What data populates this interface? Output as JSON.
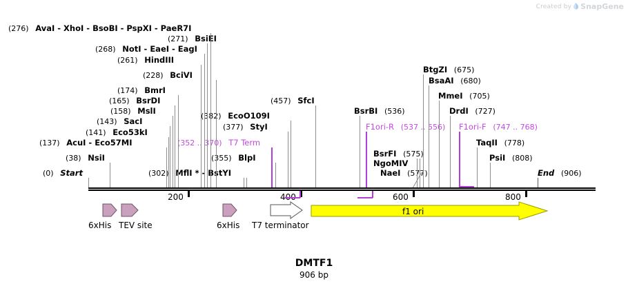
{
  "watermark": {
    "prefix": "Created by",
    "brand": "SnapGene"
  },
  "title": "DMTF1",
  "subtitle": "906 bp",
  "sequence": {
    "length": 906,
    "start_label": "Start",
    "end_label": "End",
    "start_pos": "(0)",
    "end_pos": "(906)"
  },
  "ruler": {
    "ticks": [
      "200",
      "400",
      "600",
      "800"
    ],
    "tick_values": [
      200,
      400,
      600,
      800
    ]
  },
  "enzyme_rows": [
    {
      "id": "row-avai",
      "pos": "(276)",
      "names": "AvaI  -  XhoI  -  BsoBI  -  PspXI  -  PaeR7I",
      "site": 276
    },
    {
      "id": "row-bsiei",
      "pos": "(271)",
      "names": "BsiEI",
      "site": 271
    },
    {
      "id": "row-noti",
      "pos": "(268)",
      "names": "NotI  -  EaeI  -  EagI",
      "site": 268
    },
    {
      "id": "row-hindiii",
      "pos": "(261)",
      "names": "HindIII",
      "site": 261
    },
    {
      "id": "row-bcivi",
      "pos": "(228)",
      "names": "BciVI",
      "site": 228
    },
    {
      "id": "row-bmri",
      "pos": "(174)",
      "names": "BmrI",
      "site": 174
    },
    {
      "id": "row-bsrdi",
      "pos": "(165)",
      "names": "BsrDI",
      "site": 165
    },
    {
      "id": "row-msli",
      "pos": "(158)",
      "names": "MslI",
      "site": 158
    },
    {
      "id": "row-saci",
      "pos": "(143)",
      "names": "SacI",
      "site": 143
    },
    {
      "id": "row-eco53ki",
      "pos": "(141)",
      "names": "Eco53kI",
      "site": 141
    },
    {
      "id": "row-acui",
      "pos": "(137)",
      "names": "AcuI  -  Eco57MI",
      "site": 137
    },
    {
      "id": "row-nsii",
      "pos": "(38)",
      "names": "NsiI",
      "site": 38
    },
    {
      "id": "row-mfli",
      "pos": "(302)",
      "names": "MflI *  -  BstYI",
      "site": 302
    },
    {
      "id": "row-ecoo109i",
      "pos": "(382)",
      "names": "EcoO109I",
      "site": 382
    },
    {
      "id": "row-styi",
      "pos": "(377)",
      "names": "StyI",
      "site": 377
    },
    {
      "id": "row-blpi",
      "pos": "(355)",
      "names": "BlpI",
      "site": 355
    },
    {
      "id": "row-sfci",
      "pos": "(457)",
      "names": "SfcI",
      "site": 457
    },
    {
      "id": "row-bsrbi",
      "pos": "(536)",
      "names": "BsrBI",
      "site": 536
    },
    {
      "id": "row-bsrfi",
      "pos": "(575)",
      "names": "BsrFI",
      "site": 575
    },
    {
      "id": "row-ngomiv",
      "pos": "",
      "names": "NgoMIV",
      "site": 575
    },
    {
      "id": "row-naei",
      "pos": "(577)",
      "names": "NaeI",
      "site": 577
    },
    {
      "id": "row-btgzi",
      "pos": "(675)",
      "names": "BtgZI",
      "site": 675
    },
    {
      "id": "row-bsaai",
      "pos": "(680)",
      "names": "BsaAI",
      "site": 680
    },
    {
      "id": "row-mmei",
      "pos": "(705)",
      "names": "MmeI",
      "site": 705
    },
    {
      "id": "row-drdi",
      "pos": "(727)",
      "names": "DrdI",
      "site": 727
    },
    {
      "id": "row-taqii",
      "pos": "(778)",
      "names": "TaqII",
      "site": 778
    },
    {
      "id": "row-psii",
      "pos": "(808)",
      "names": "PsiI",
      "site": 808
    }
  ],
  "feature_labels": [
    {
      "id": "lab-t7term",
      "pos": "(352 .. 370)",
      "name": "T7 Term",
      "color": "#c14ae0"
    },
    {
      "id": "lab-f1ori-r",
      "pos": "(537 .. 556)",
      "name": "F1ori-R",
      "color": "#c14ae0"
    },
    {
      "id": "lab-f1ori-f",
      "pos": "(747 .. 768)",
      "name": "F1ori-F",
      "color": "#c14ae0"
    }
  ],
  "features": [
    {
      "id": "feat-6xhis-1",
      "label": "6xHis",
      "shape": "arrow-right",
      "fill": "#c9a0bd",
      "stroke": "#6e5666"
    },
    {
      "id": "feat-tev",
      "label": "TEV site",
      "shape": "arrow-right",
      "fill": "#c9a0bd",
      "stroke": "#6e5666"
    },
    {
      "id": "feat-6xhis-2",
      "label": "6xHis",
      "shape": "arrow-right",
      "fill": "#c9a0bd",
      "stroke": "#6e5666"
    },
    {
      "id": "feat-t7term",
      "label": "T7 terminator",
      "shape": "arrow-right",
      "fill": "#ffffff",
      "stroke": "#555555"
    },
    {
      "id": "feat-f1ori",
      "label": "f1 ori",
      "shape": "arrow-right",
      "fill": "#ffff00",
      "stroke": "#999900"
    }
  ],
  "colors": {
    "feature_purple": "#c14ae0",
    "feature_pink": "#c9a0bd",
    "f1ori_yellow": "#ffff00",
    "line_gray": "#8c8c8c",
    "backbone": "#000000"
  }
}
